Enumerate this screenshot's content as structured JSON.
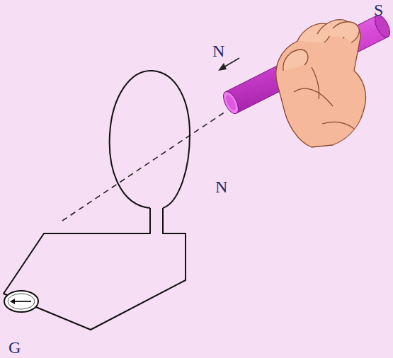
{
  "diagram": {
    "labels": [
      "S",
      "N",
      "N",
      "G"
    ]
  }
}
